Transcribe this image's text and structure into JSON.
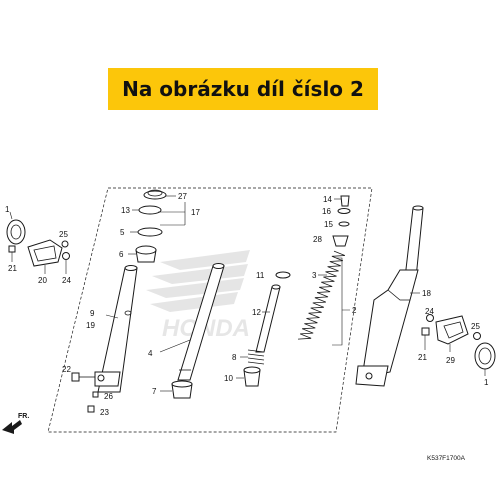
{
  "banner": {
    "text": "Na obrázku díl číslo 2",
    "background": "#fcc60a"
  },
  "diagram_code": "K537F1700A",
  "direction_label": "FR.",
  "watermark_text": "HONDA",
  "callouts": [
    "1",
    "2",
    "3",
    "4",
    "5",
    "6",
    "7",
    "8",
    "9",
    "10",
    "11",
    "12",
    "13",
    "14",
    "15",
    "16",
    "17",
    "18",
    "19",
    "20",
    "21",
    "22",
    "23",
    "24",
    "25",
    "26",
    "27",
    "28",
    "29"
  ]
}
